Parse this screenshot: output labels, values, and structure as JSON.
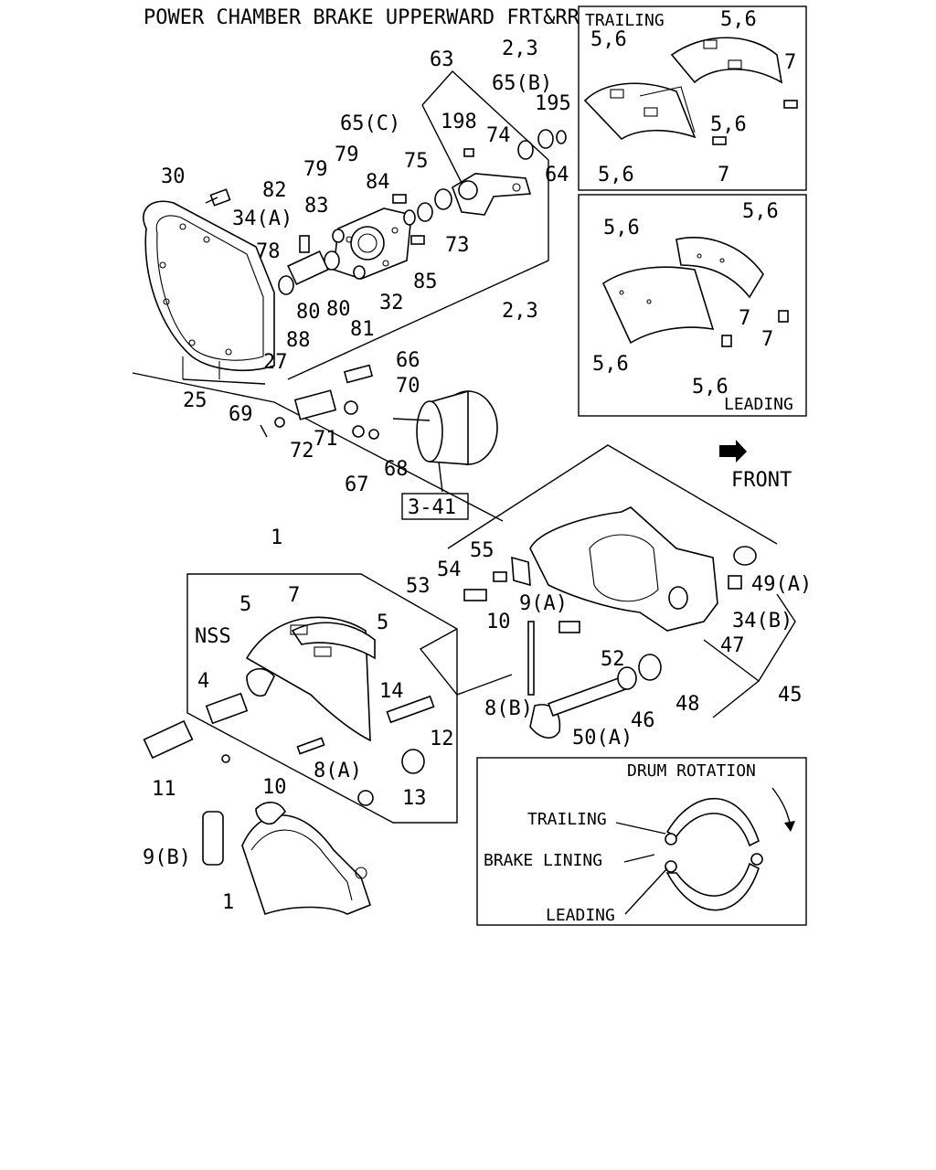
{
  "title": "POWER CHAMBER BRAKE UPPERWARD FRT&RR",
  "panels": {
    "trailing": "TRAILING",
    "leading": "LEADING",
    "front": "FRONT",
    "reference_box": "3-41"
  },
  "rotation_box": {
    "drum_rotation": "DRUM ROTATION",
    "trailing": "TRAILING",
    "brake_lining": "BRAKE LINING",
    "leading": "LEADING"
  },
  "callouts": [
    {
      "id": "c1",
      "text": "63"
    },
    {
      "id": "c2",
      "text": "65(B)"
    },
    {
      "id": "c3",
      "text": "195"
    },
    {
      "id": "c4",
      "text": "198"
    },
    {
      "id": "c5",
      "text": "74"
    },
    {
      "id": "c6",
      "text": "64"
    },
    {
      "id": "c7",
      "text": "65(C)"
    },
    {
      "id": "c8",
      "text": "79"
    },
    {
      "id": "c9",
      "text": "79"
    },
    {
      "id": "c10",
      "text": "75"
    },
    {
      "id": "c11",
      "text": "84"
    },
    {
      "id": "c12",
      "text": "73"
    },
    {
      "id": "c13",
      "text": "30"
    },
    {
      "id": "c14",
      "text": "82"
    },
    {
      "id": "c15",
      "text": "83"
    },
    {
      "id": "c16",
      "text": "34(A)"
    },
    {
      "id": "c17",
      "text": "78"
    },
    {
      "id": "c18",
      "text": "85"
    },
    {
      "id": "c19",
      "text": "32"
    },
    {
      "id": "c20",
      "text": "80"
    },
    {
      "id": "c21",
      "text": "80"
    },
    {
      "id": "c22",
      "text": "81"
    },
    {
      "id": "c23",
      "text": "88"
    },
    {
      "id": "c24",
      "text": "27"
    },
    {
      "id": "c25",
      "text": "25"
    },
    {
      "id": "c26",
      "text": "66"
    },
    {
      "id": "c27",
      "text": "70"
    },
    {
      "id": "c28",
      "text": "69"
    },
    {
      "id": "c29",
      "text": "71"
    },
    {
      "id": "c30",
      "text": "72"
    },
    {
      "id": "c31",
      "text": "67"
    },
    {
      "id": "c32",
      "text": "68"
    },
    {
      "id": "c33",
      "text": "2,3"
    },
    {
      "id": "c34",
      "text": "2,3"
    },
    {
      "id": "c35",
      "text": "5,6"
    },
    {
      "id": "c36",
      "text": "5,6"
    },
    {
      "id": "c37",
      "text": "7"
    },
    {
      "id": "c38",
      "text": "5,6"
    },
    {
      "id": "c39",
      "text": "5,6"
    },
    {
      "id": "c40",
      "text": "7"
    },
    {
      "id": "c41",
      "text": "5,6"
    },
    {
      "id": "c42",
      "text": "5,6"
    },
    {
      "id": "c43",
      "text": "7"
    },
    {
      "id": "c44",
      "text": "7"
    },
    {
      "id": "c45",
      "text": "5,6"
    },
    {
      "id": "c46",
      "text": "5,6"
    },
    {
      "id": "c47",
      "text": "1"
    },
    {
      "id": "c48",
      "text": "7"
    },
    {
      "id": "c49",
      "text": "5"
    },
    {
      "id": "c50",
      "text": "5"
    },
    {
      "id": "c51",
      "text": "NSS"
    },
    {
      "id": "c52",
      "text": "4"
    },
    {
      "id": "c53",
      "text": "14"
    },
    {
      "id": "c54",
      "text": "12"
    },
    {
      "id": "c55",
      "text": "11"
    },
    {
      "id": "c56",
      "text": "10"
    },
    {
      "id": "c57",
      "text": "8(A)"
    },
    {
      "id": "c58",
      "text": "13"
    },
    {
      "id": "c59",
      "text": "9(B)"
    },
    {
      "id": "c60",
      "text": "1"
    },
    {
      "id": "c61",
      "text": "55"
    },
    {
      "id": "c62",
      "text": "54"
    },
    {
      "id": "c63",
      "text": "53"
    },
    {
      "id": "c64",
      "text": "9(A)"
    },
    {
      "id": "c65",
      "text": "10"
    },
    {
      "id": "c66",
      "text": "8(B)"
    },
    {
      "id": "c67",
      "text": "52"
    },
    {
      "id": "c68",
      "text": "46"
    },
    {
      "id": "c69",
      "text": "50(A)"
    },
    {
      "id": "c70",
      "text": "48"
    },
    {
      "id": "c71",
      "text": "47"
    },
    {
      "id": "c72",
      "text": "49(A)"
    },
    {
      "id": "c73",
      "text": "34(B)"
    },
    {
      "id": "c74",
      "text": "45"
    }
  ]
}
